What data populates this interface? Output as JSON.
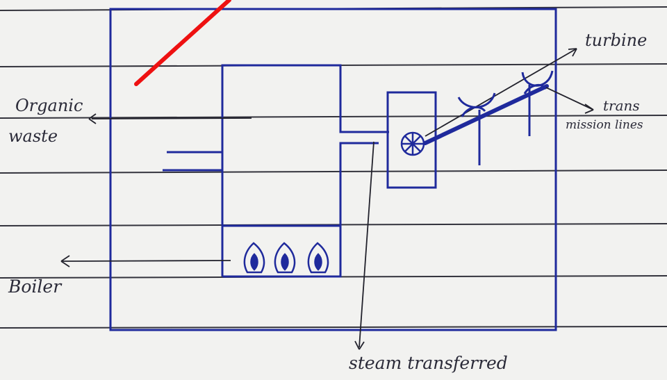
{
  "labels": {
    "organic_waste_line1": "Organic",
    "organic_waste_line2": "waste",
    "boiler": "Boiler",
    "turbine": "turbine",
    "transmission_line1": "trans",
    "transmission_line2": "mission lines",
    "steam_transferred": "steam transferred"
  },
  "colors": {
    "paper": "#f2f2f0",
    "ruled_line": "#33333c",
    "ink_blue": "#1f2a9c",
    "ink_dark": "#22222c",
    "red_mark": "#ee1111"
  },
  "icons": [
    "flame-icon",
    "turbine-wheel-icon",
    "transmission-tower-icon"
  ]
}
